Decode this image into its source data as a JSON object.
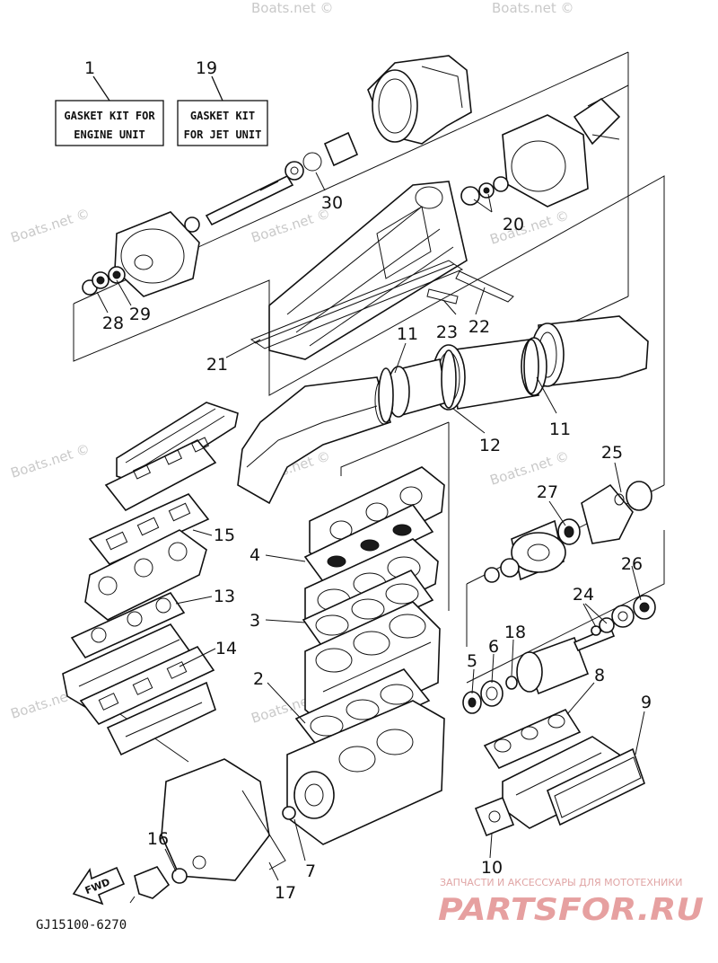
{
  "kit_boxes": [
    {
      "number": "1",
      "line1": "GASKET KIT FOR",
      "line2": "ENGINE UNIT"
    },
    {
      "number": "19",
      "line1": "GASKET KIT",
      "line2": "FOR JET UNIT"
    }
  ],
  "part_numbers": {
    "p2": "2",
    "p3": "3",
    "p4": "4",
    "p5": "5",
    "p6": "6",
    "p7": "7",
    "p8": "8",
    "p9": "9",
    "p10": "10",
    "p11a": "11",
    "p11b": "11",
    "p12": "12",
    "p13": "13",
    "p14": "14",
    "p15": "15",
    "p16": "16",
    "p17": "17",
    "p18": "18",
    "p20": "20",
    "p21": "21",
    "p22": "22",
    "p23": "23",
    "p24": "24",
    "p25": "25",
    "p26": "26",
    "p27": "27",
    "p28": "28",
    "p29": "29",
    "p30": "30"
  },
  "watermarks": [
    "Boats.net ©",
    "Boats.net ©",
    "Boats.net ©",
    "Boats.net ©",
    "Boats.net ©",
    "Boats.net ©",
    "Boats.net ©",
    "Boats.net ©",
    "Boats.net ©",
    "Boats.net ©"
  ],
  "fwd_label": "FWD",
  "diagram_code": "GJ15100-6270",
  "branding": {
    "tagline": "ЗАПЧАСТИ И АКСЕССУАРЫ ДЛЯ МОТОТЕХНИКИ",
    "logo": "PARTSFOR.RU"
  }
}
